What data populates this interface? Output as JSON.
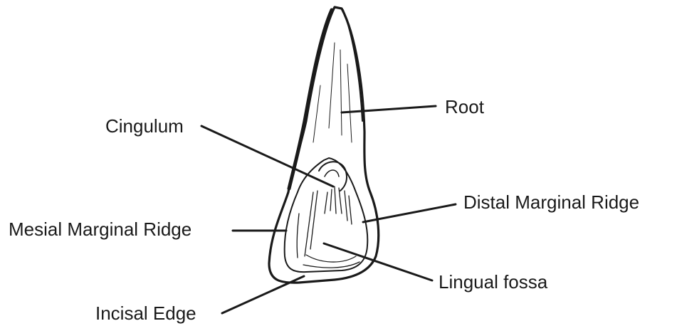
{
  "figure": {
    "subject": "maxillary incisor tooth, lingual view",
    "labels": {
      "root": "Root",
      "cingulum": "Cingulum",
      "distal_marginal_ridge": "Distal Marginal Ridge",
      "mesial_marginal_ridge": "Mesial Marginal Ridge",
      "lingual_fossa": "Lingual fossa",
      "incisal_edge": "Incisal Edge"
    },
    "colors": {
      "ink": "#1a1a1a",
      "background": "#ffffff"
    }
  }
}
